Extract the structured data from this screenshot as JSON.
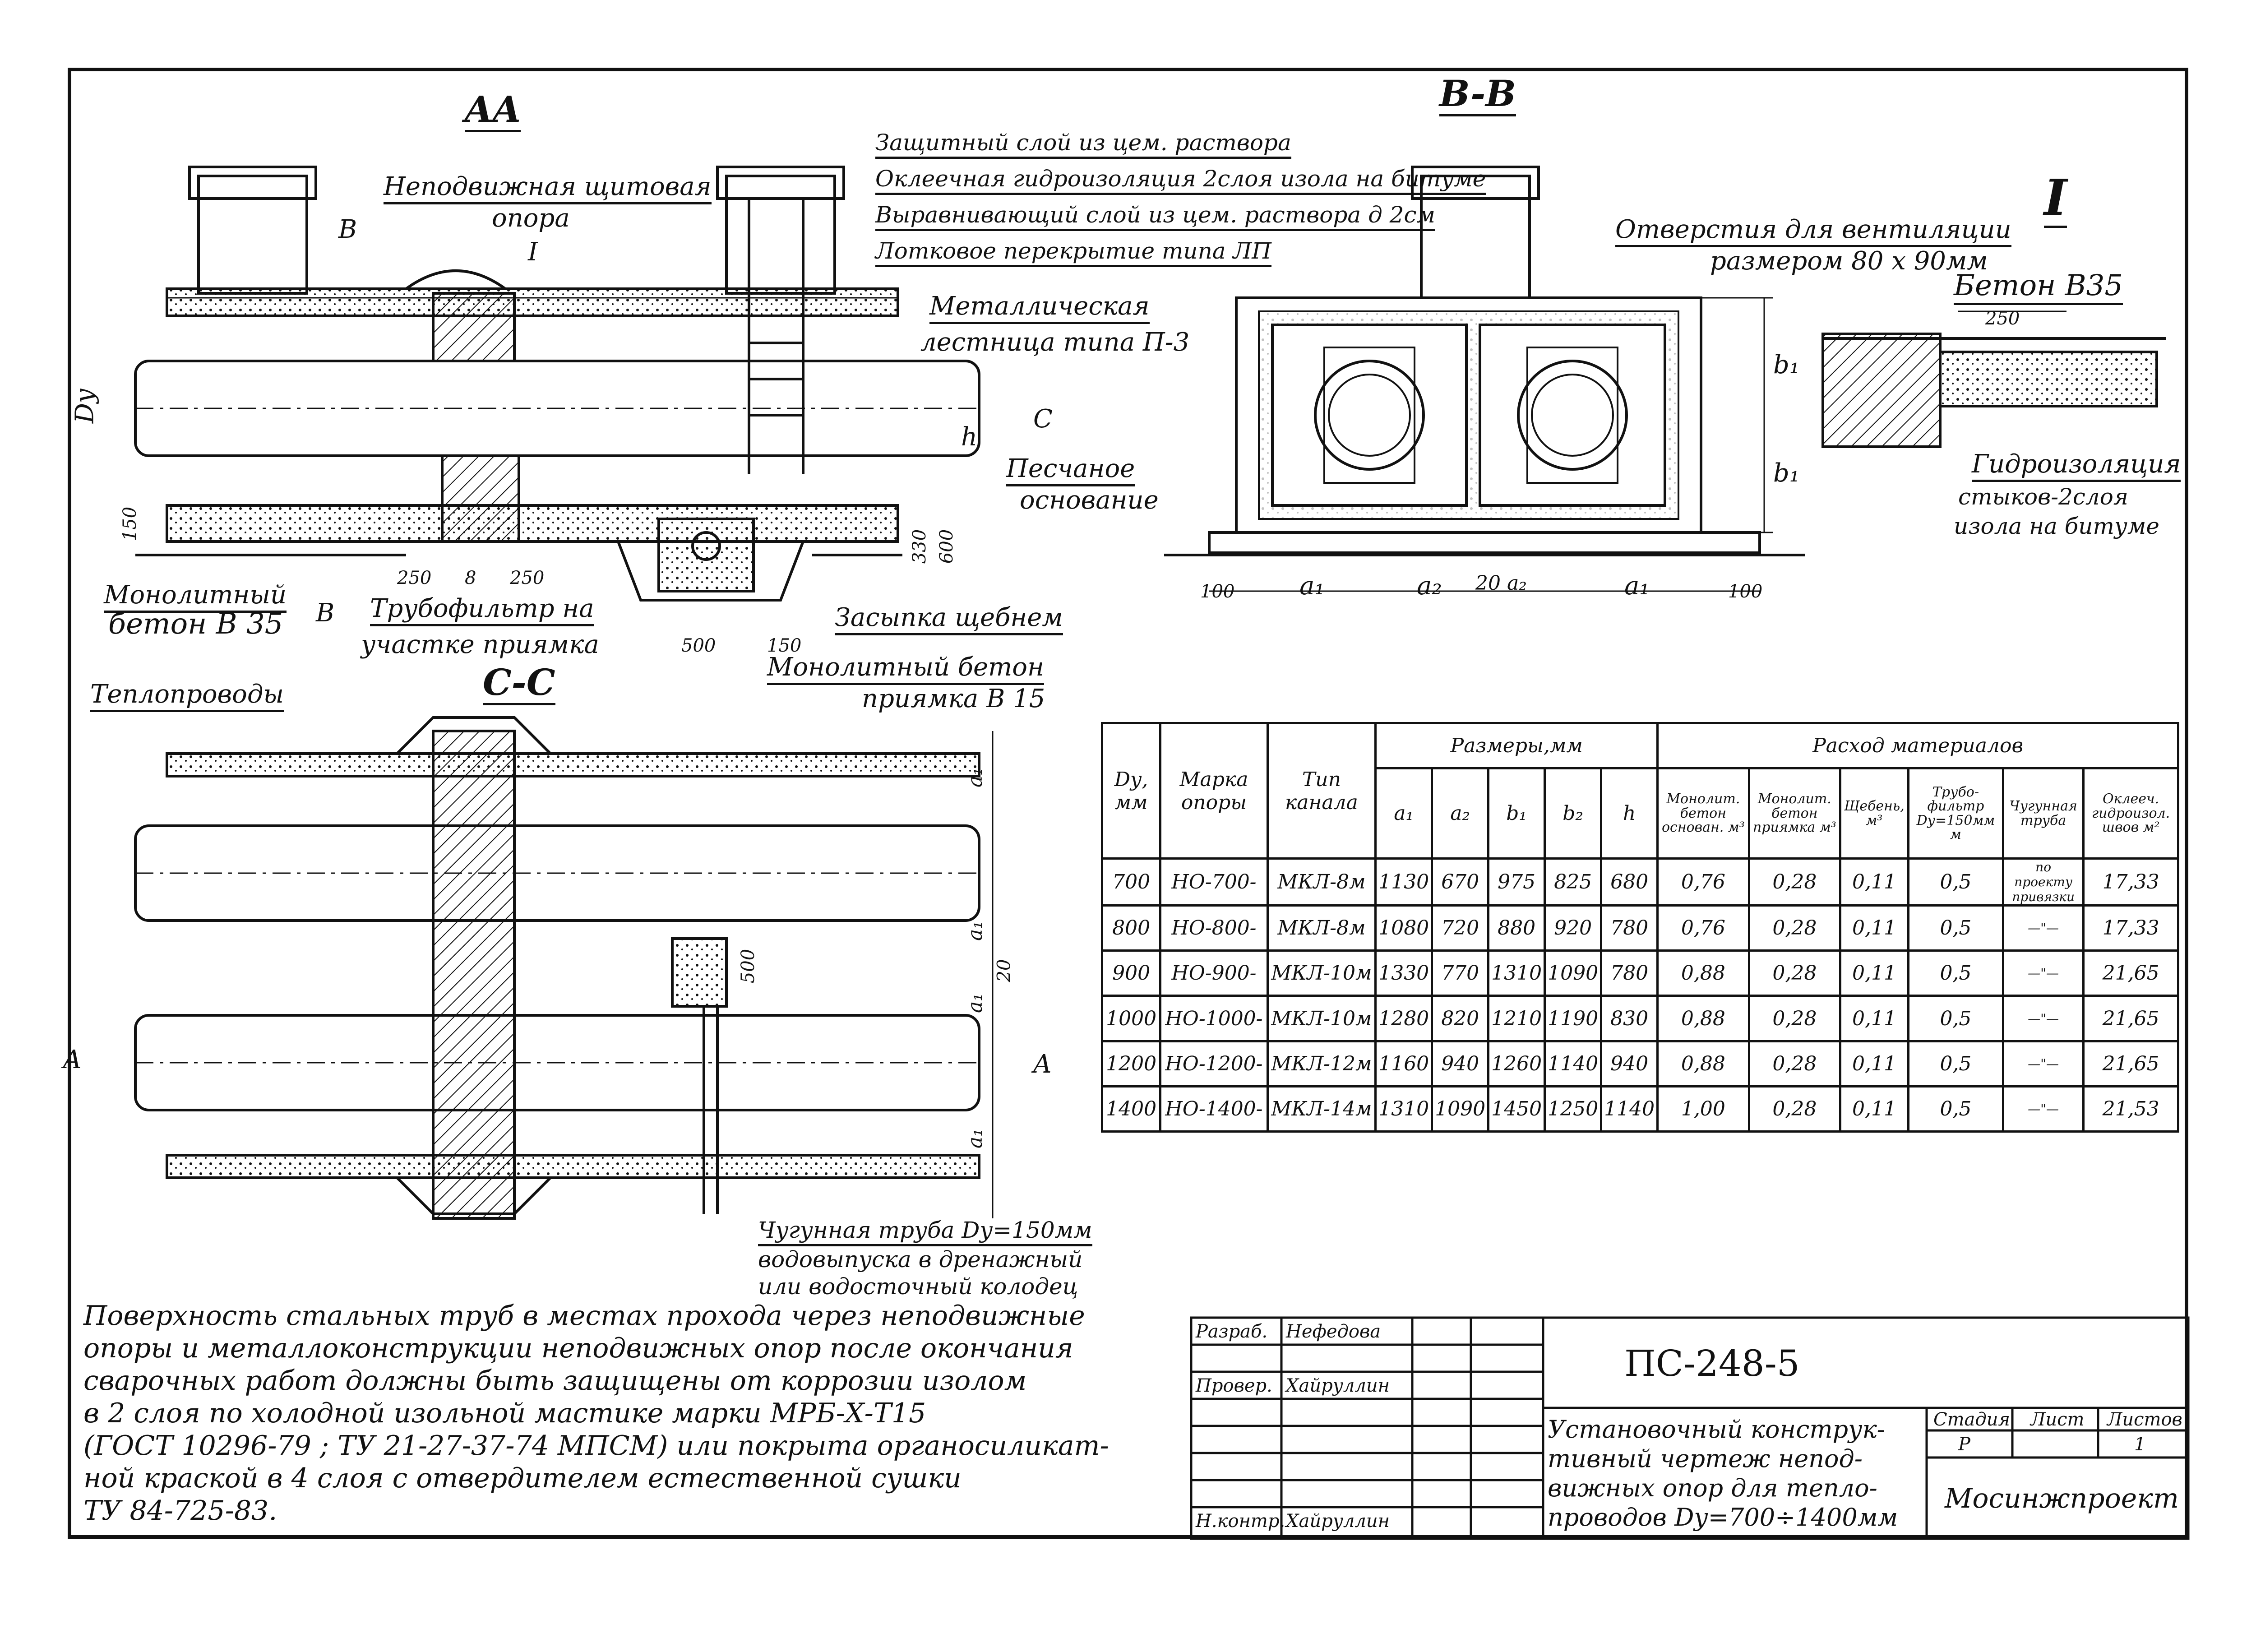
{
  "sections": {
    "aa": "AA",
    "bb": "B-B",
    "cc": "C-C",
    "detail": "I"
  },
  "labels": {
    "fixed_support": "Неподвижная щитовая",
    "fixed_support_2": "опора",
    "b_left": "B",
    "b_bottom": "B",
    "detail_mark": "I",
    "c_mark": "C",
    "layer_1": "Защитный слой из цем. раствора",
    "layer_2": "Оклеечная гидроизоляция 2слоя изола на битуме",
    "layer_3": "Выравнивающий слой из цем. раствора д 2см",
    "layer_4": "Лотковое перекрытие типа ЛП",
    "ladder": "Металлическая",
    "ladder_2": "лестница типа П-3",
    "sand": "Песчаное",
    "sand_2": "основание",
    "monolith": "Монолитный",
    "monolith_2": "бетон В 35",
    "pipe_filter": "Трубофильтр на",
    "pipe_filter_2": "участке приямка",
    "gravel": "Засыпка щебнем",
    "pit_concrete": "Монолитный бетон",
    "pit_concrete_2": "приямка В 15",
    "heat_pipes": "Теплопроводы",
    "vent": "Отверстия для вентиляции",
    "vent_2": "размером 80 х 90мм",
    "concrete_b35": "Бетон В35",
    "dim_250": "250",
    "waterproof": "Гидроизоляция",
    "waterproof_2": "стыков-2слоя",
    "waterproof_3": "изола на битуме",
    "cast_pipe": "Чугунная труба Dу=150мм",
    "cast_pipe_2": "водовыпуска в дренажный",
    "cast_pipe_3": "или водосточный колодец",
    "dy": "Dу",
    "dim_150": "150",
    "dim_330": "330",
    "dim_600": "600",
    "dim_500": "500",
    "dim_150b": "150",
    "dim_250a": "250",
    "dim_8": "8",
    "dim_250b": "250",
    "dim_100l": "100",
    "dim_a1l": "a₁",
    "dim_a2": "a₂",
    "dim_20": "20 a₂",
    "dim_a1r": "a₁",
    "dim_100r": "100",
    "dim_b1t": "b₁",
    "dim_b1b": "b₁",
    "dim_h": "h",
    "a_left": "A",
    "a_right": "A",
    "cc_a1_1": "a₁",
    "cc_a1_2": "a₁",
    "cc_a1_3": "a₁",
    "cc_a1_4": "a₁",
    "cc_20": "20",
    "cc_500": "500"
  },
  "table": {
    "group_sizes": "Размеры,мм",
    "group_materials": "Расход материалов",
    "headers": {
      "dy": "Dу, мм",
      "mark": "Марка опоры",
      "type": "Тип канала",
      "a1": "a₁",
      "a2": "a₂",
      "b1": "b₁",
      "b2": "b₂",
      "h": "h",
      "m1": "Монолит. бетон основан. м³",
      "m2": "Монолит. бетон приямка м³",
      "m3": "Щебень, м³",
      "m4": "Трубо-фильтр Dу=150мм м",
      "m5": "Чугунная труба",
      "m6": "Оклееч. гидроизол. швов м²"
    },
    "rows": [
      {
        "dy": "700",
        "mark": "НО-700-",
        "type": "МКЛ-8м",
        "a1": "1130",
        "a2": "670",
        "b1": "975",
        "b2": "825",
        "h": "680",
        "m1": "0,76",
        "m2": "0,28",
        "m3": "0,11",
        "m4": "0,5",
        "m5": "по проекту привязки",
        "m6": "17,33"
      },
      {
        "dy": "800",
        "mark": "НО-800-",
        "type": "МКЛ-8м",
        "a1": "1080",
        "a2": "720",
        "b1": "880",
        "b2": "920",
        "h": "780",
        "m1": "0,76",
        "m2": "0,28",
        "m3": "0,11",
        "m4": "0,5",
        "m5": "—\"—",
        "m6": "17,33"
      },
      {
        "dy": "900",
        "mark": "НО-900-",
        "type": "МКЛ-10м",
        "a1": "1330",
        "a2": "770",
        "b1": "1310",
        "b2": "1090",
        "h": "780",
        "m1": "0,88",
        "m2": "0,28",
        "m3": "0,11",
        "m4": "0,5",
        "m5": "—\"—",
        "m6": "21,65"
      },
      {
        "dy": "1000",
        "mark": "НО-1000-",
        "type": "МКЛ-10м",
        "a1": "1280",
        "a2": "820",
        "b1": "1210",
        "b2": "1190",
        "h": "830",
        "m1": "0,88",
        "m2": "0,28",
        "m3": "0,11",
        "m4": "0,5",
        "m5": "—\"—",
        "m6": "21,65"
      },
      {
        "dy": "1200",
        "mark": "НО-1200-",
        "type": "МКЛ-12м",
        "a1": "1160",
        "a2": "940",
        "b1": "1260",
        "b2": "1140",
        "h": "940",
        "m1": "0,88",
        "m2": "0,28",
        "m3": "0,11",
        "m4": "0,5",
        "m5": "—\"—",
        "m6": "21,65"
      },
      {
        "dy": "1400",
        "mark": "НО-1400-",
        "type": "МКЛ-14м",
        "a1": "1310",
        "a2": "1090",
        "b1": "1450",
        "b2": "1250",
        "h": "1140",
        "m1": "1,00",
        "m2": "0,28",
        "m3": "0,11",
        "m4": "0,5",
        "m5": "—\"—",
        "m6": "21,53"
      }
    ]
  },
  "notes": [
    "Поверхность стальных труб в местах прохода через неподвижные",
    "опоры и металлоконструкции неподвижных опор после окончания",
    "сварочных работ должны быть защищены от коррозии изолом",
    "в 2 слоя по холодной изольной мастике марки МРБ-Х-Т15",
    "(ГОСТ 10296-79 ; ТУ 21-27-37-74 МПСМ) или покрыта органосиликат-",
    "ной краской в 4 слоя с отвердителем естественной сушки",
    "ТУ 84-725-83."
  ],
  "stamp": {
    "role_1": "Разраб.",
    "name_1": "Нефедова",
    "role_2": "Провер.",
    "name_2": "Хайруллин",
    "role_3": "Н.контр.",
    "name_3": "Хайруллин",
    "doc_code": "ПС-248-5",
    "title_1": "Установочный конструк-",
    "title_2": "тивный чертеж непод-",
    "title_3": "вижных опор для тепло-",
    "title_4": "проводов Dу=700÷1400мм",
    "stage_h": "Стадия",
    "sheet_h": "Лист",
    "sheets_h": "Листов",
    "stage": "Р",
    "sheets": "1",
    "org": "Мосинжпроект"
  }
}
